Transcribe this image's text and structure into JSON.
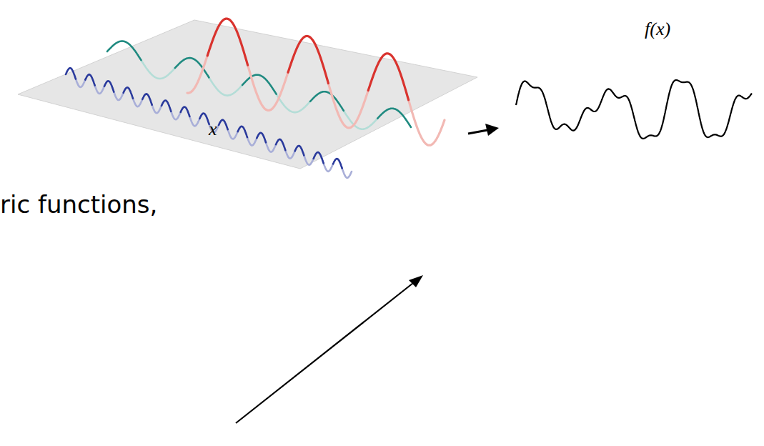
{
  "diagram": {
    "labels": [
      "x",
      "f(x)",
      "ric functions,"
    ]
  }
}
